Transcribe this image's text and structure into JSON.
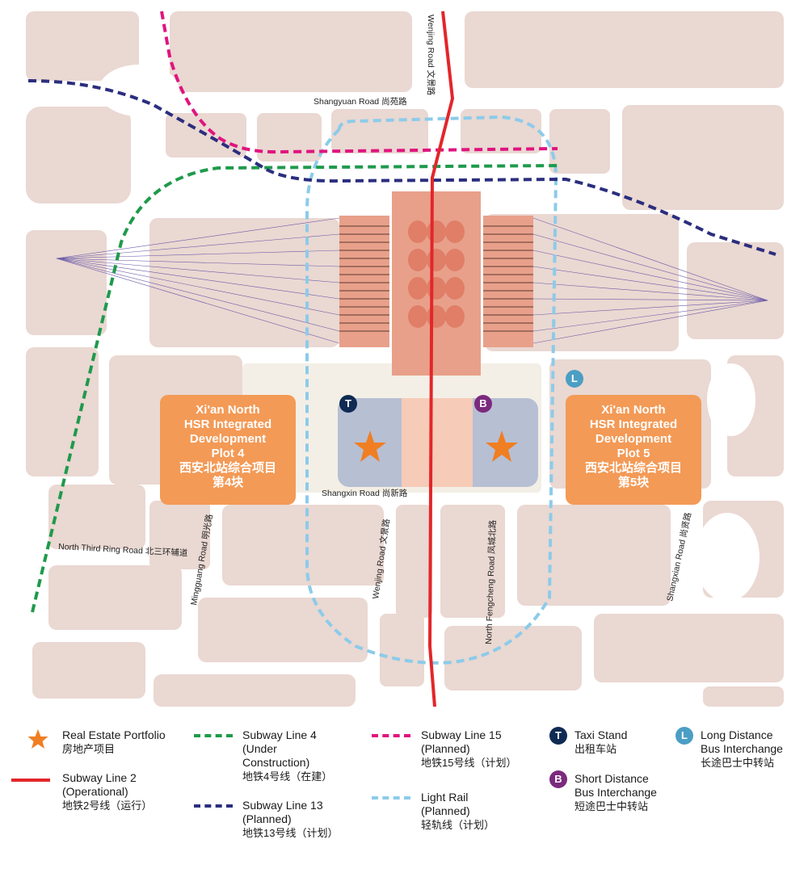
{
  "map": {
    "roads": {
      "shangyuan": "Shangyuan Road 尚苑路",
      "wenjing_north": "Wenjing Road 文景路",
      "shangxin": "Shangxin Road 尚新路",
      "north_third_ring": "North Third Ring Road 北三环辅道",
      "mingguang": "Mingguang Road 明光路",
      "wenjing_south": "Wenjing Road 文景路",
      "fengcheng": "North Fengcheng Road 凤城北路",
      "shangxian": "Shangxian Road 尚贤路"
    },
    "plots": {
      "plot4": [
        "Xi'an North",
        "HSR Integrated",
        "Development",
        "Plot 4",
        "西安北站综合项目",
        "第4块"
      ],
      "plot5": [
        "Xi'an North",
        "HSR Integrated",
        "Development",
        "Plot 5",
        "西安北站综合项目",
        "第5块"
      ]
    },
    "markers": {
      "taxi": "T",
      "short_bus": "B",
      "long_bus": "L"
    }
  },
  "legend": {
    "real_estate": {
      "en": "Real Estate Portfolio",
      "cn": "房地产项目"
    },
    "line2": {
      "en1": "Subway Line 2",
      "en2": "(Operational)",
      "cn": "地铁2号线（运行）"
    },
    "line4": {
      "en1": "Subway Line 4",
      "en2": "(Under",
      "en3": "Construction)",
      "cn": "地铁4号线（在建）"
    },
    "line13": {
      "en1": "Subway Line 13",
      "en2": "(Planned)",
      "cn": "地铁13号线（计划）"
    },
    "line15": {
      "en1": "Subway Line 15",
      "en2": "(Planned)",
      "cn": "地铁15号线（计划）"
    },
    "light_rail": {
      "en1": "Light Rail",
      "en2": "(Planned)",
      "cn": "轻轨线（计划）"
    },
    "taxi": {
      "badge": "T",
      "en": "Taxi Stand",
      "cn": "出租车站"
    },
    "short_bus": {
      "badge": "B",
      "en1": "Short Distance",
      "en2": "Bus Interchange",
      "cn": "短途巴士中转站"
    },
    "long_bus": {
      "badge": "L",
      "en1": "Long Distance",
      "en2": "Bus Interchange",
      "cn": "长途巴士中转站"
    }
  },
  "colors": {
    "block": "#ead8d2",
    "line2": "#e3262a",
    "line4": "#1f9a4c",
    "line13": "#2b2e7e",
    "line15": "#e0147e",
    "light_rail": "#8ccbea",
    "plot": "#f39a56",
    "station": "#e8a08a",
    "star": "#f07e22",
    "taxi_badge": "#0f2b53",
    "short_bus_badge": "#7b2a7d",
    "long_bus_badge": "#4b9ec4"
  }
}
